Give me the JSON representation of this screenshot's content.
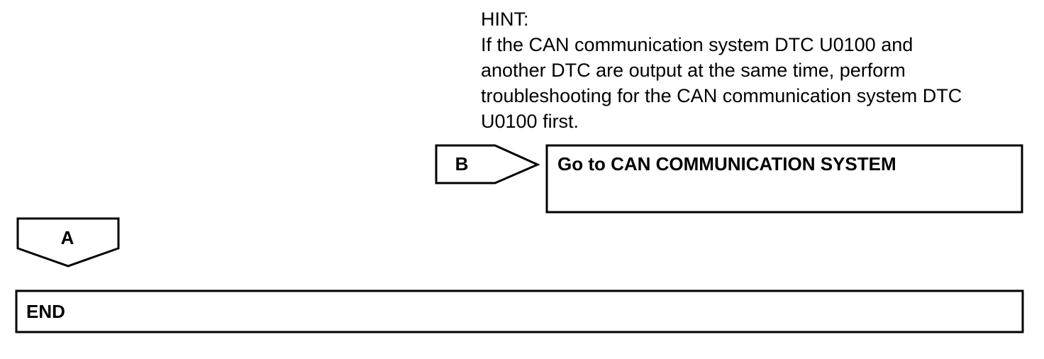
{
  "hint": {
    "title": "HINT:",
    "lines": [
      "If the CAN communication system DTC U0100 and",
      "another DTC are output at the same time, perform",
      "troubleshooting for the CAN communication system DTC",
      "U0100 first."
    ]
  },
  "flow": {
    "branch_b": {
      "label": "B",
      "target": "Go to CAN COMMUNICATION SYSTEM"
    },
    "branch_a": {
      "label": "A"
    },
    "end": {
      "label": "END"
    }
  }
}
